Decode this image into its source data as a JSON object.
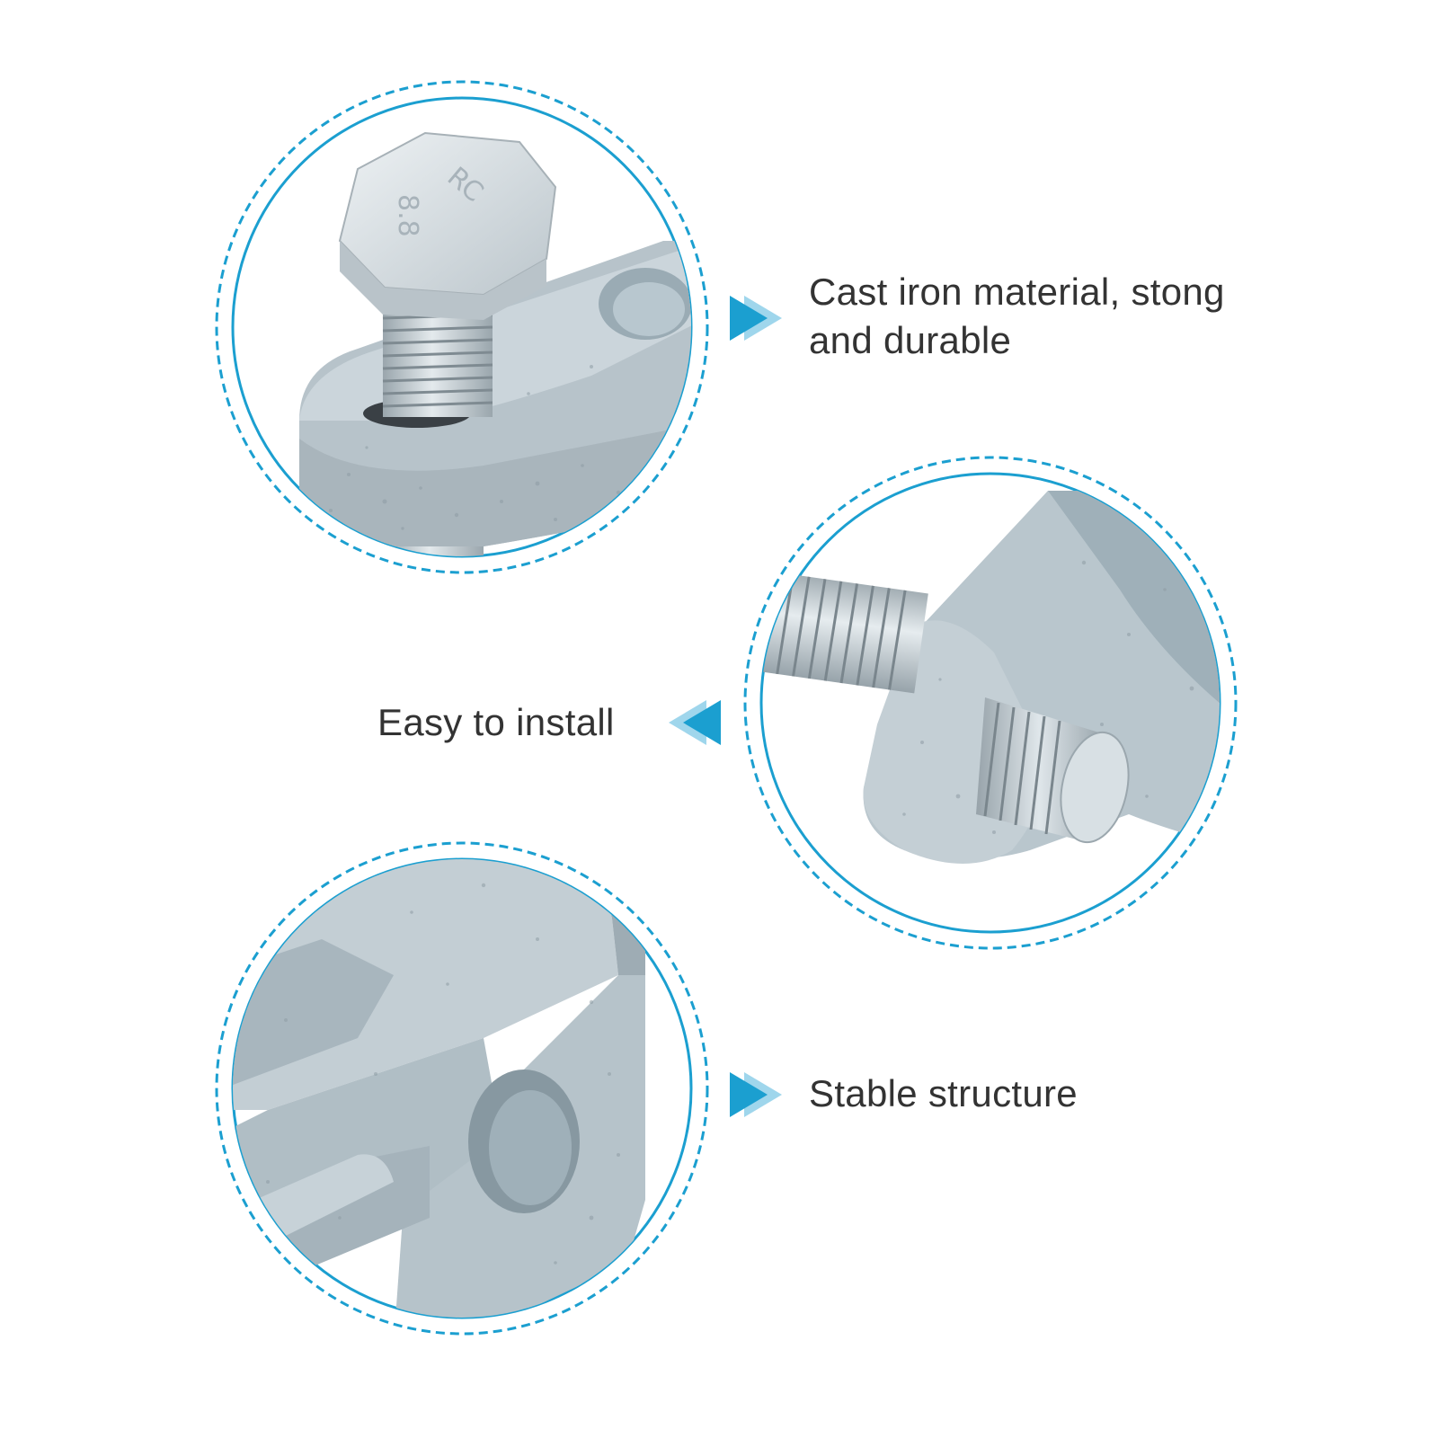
{
  "colors": {
    "accent": "#1b9fd0",
    "accent_light": "#9fd6ec",
    "text": "#333333",
    "metal_light": "#d4dde2",
    "metal_mid": "#b3c1c9",
    "metal_dark": "#8e9ca4",
    "zinc": "#c9d6de"
  },
  "features": [
    {
      "caption_lines": [
        "Cast iron material, stong",
        "and durable"
      ],
      "pointer": "right-arrow-icon"
    },
    {
      "caption_lines": [
        "Easy to install"
      ],
      "pointer": "left-arrow-icon"
    },
    {
      "caption_lines": [
        "Stable structure"
      ],
      "pointer": "right-arrow-icon"
    }
  ],
  "bolt_head_marking": [
    "RC",
    "8.8"
  ]
}
